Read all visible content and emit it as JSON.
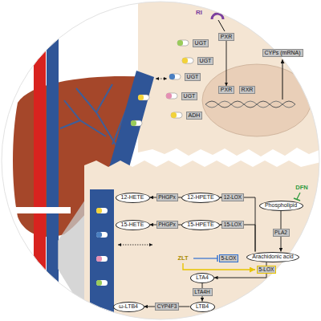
{
  "diagram": {
    "nodes": [
      {
        "text": [
          "PXR"
        ]
      },
      {
        "text": [
          "UGT"
        ]
      },
      {
        "text": [
          "UGT"
        ]
      },
      {
        "text": [
          "UGT"
        ]
      },
      {
        "text": [
          "CYPs (mRNA)"
        ]
      },
      {
        "text": [
          "PXR"
        ]
      },
      {
        "text": [
          "RXR"
        ]
      },
      {
        "text": [
          "UGT"
        ]
      },
      {
        "text": [
          "ADH"
        ]
      },
      {
        "text": [
          "12-HETE"
        ]
      },
      {
        "text": [
          "12-HPETE"
        ]
      },
      {
        "text": [
          "Phospholipid"
        ]
      },
      {
        "text": [
          "15-HETE"
        ]
      },
      {
        "text": [
          "15-HPETE"
        ]
      },
      {
        "text": [
          "Arachidonic acid"
        ]
      },
      {
        "text": [
          "LTA4"
        ]
      },
      {
        "text": [
          "ω-LTB4"
        ]
      },
      {
        "text": [
          "LTB4"
        ]
      }
    ],
    "edges": [
      {
        "from": 0,
        "to": 5,
        "arrow": "to"
      },
      {
        "from": 10,
        "to": 9,
        "label": "PHGPx",
        "arrow": "to"
      },
      {
        "from": 14,
        "to": 10,
        "label": "12-LOX",
        "arrow": "to"
      },
      {
        "from": 13,
        "to": 12,
        "label": "PHGPx",
        "arrow": "to"
      },
      {
        "from": 14,
        "to": 13,
        "label": "15-LOX",
        "arrow": "to"
      },
      {
        "from": 11,
        "to": 14,
        "label": "PLA2",
        "arrow": "to"
      },
      {
        "from": 14,
        "to": 15,
        "label": "5-LOX",
        "arrow": "to"
      },
      {
        "from": 15,
        "to": 17,
        "label": "LTA4H",
        "arrow": "to"
      },
      {
        "from": 17,
        "to": 16,
        "label": "CYP4F3",
        "arrow": "to"
      }
    ],
    "labels": [
      "RI",
      "DFN",
      "ZLT",
      "5-LOX"
    ]
  }
}
